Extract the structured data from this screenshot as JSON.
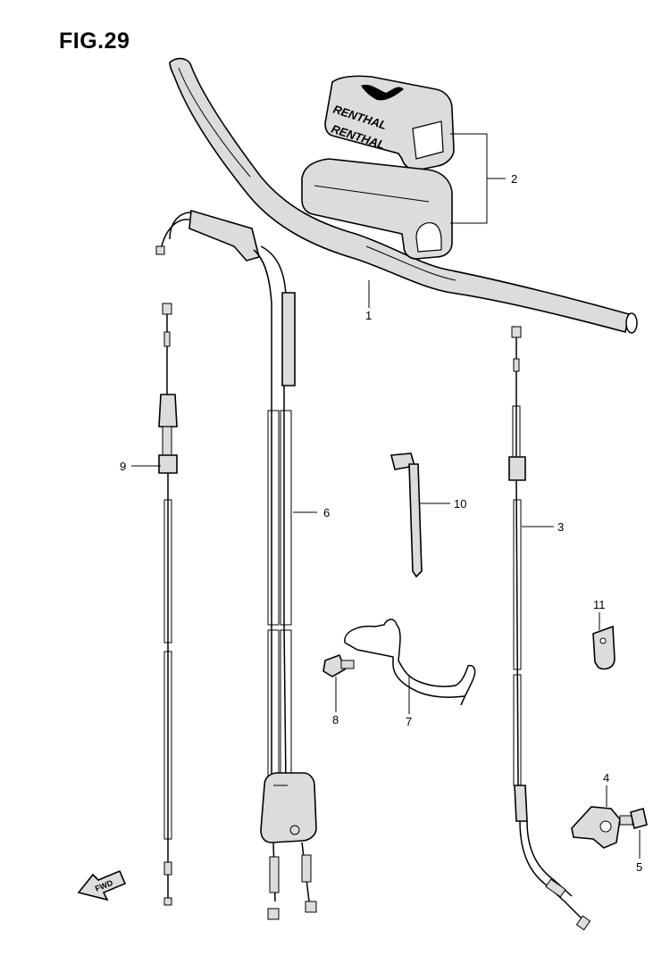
{
  "figure": {
    "title": "FIG.29"
  },
  "pad_brand": "RENTHAL",
  "fwd_label": "FWD",
  "callouts": [
    {
      "id": "1",
      "label": "1"
    },
    {
      "id": "2",
      "label": "2"
    },
    {
      "id": "3",
      "label": "3"
    },
    {
      "id": "4",
      "label": "4"
    },
    {
      "id": "5",
      "label": "5"
    },
    {
      "id": "6",
      "label": "6"
    },
    {
      "id": "7",
      "label": "7"
    },
    {
      "id": "8",
      "label": "8"
    },
    {
      "id": "9",
      "label": "9"
    },
    {
      "id": "10",
      "label": "10"
    },
    {
      "id": "11",
      "label": "11"
    }
  ]
}
